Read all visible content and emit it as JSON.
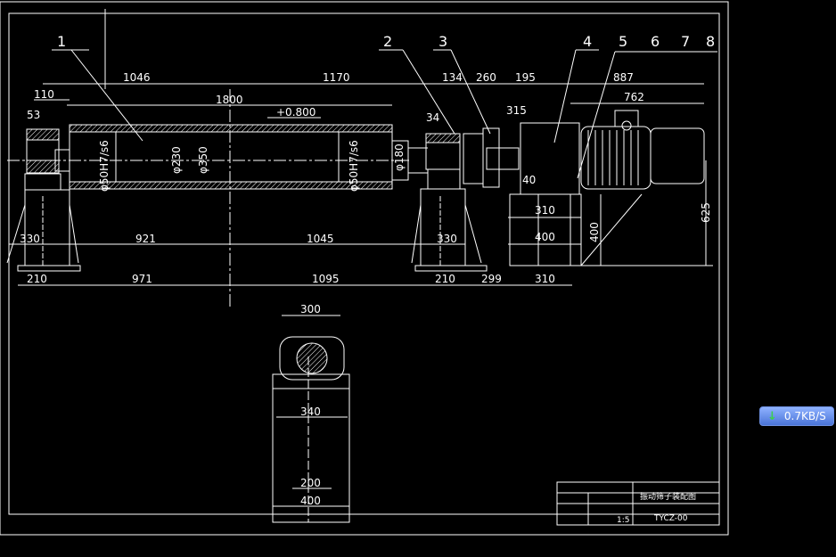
{
  "drawing": {
    "part_numbers": [
      "1",
      "2",
      "3",
      "4",
      "5",
      "6",
      "7",
      "8"
    ],
    "dims_top": [
      "1046",
      "1170",
      "1800",
      "110",
      "53",
      "134",
      "260",
      "195",
      "887",
      "762",
      "+0.800",
      "34",
      "315",
      "40"
    ],
    "dims_vertical": [
      "φ50H7/s6",
      "φ230",
      "φ350",
      "φ50H7/s6",
      "φ180",
      "625",
      "400"
    ],
    "dims_bottom_row1": [
      "330",
      "921",
      "1045",
      "330",
      "310",
      "400"
    ],
    "dims_bottom_row2": [
      "210",
      "971",
      "1095",
      "210",
      "299",
      "310"
    ],
    "bearing_view_dims": [
      "300",
      "340",
      "200",
      "400"
    ],
    "title_block": {
      "title": "振动筛子装配图",
      "subtitle": "TYCZ-00",
      "scale": "1:5"
    }
  },
  "net_speed": {
    "value": "0.7KB/S",
    "icon": "download-arrow-icon",
    "color": "#5b86e5"
  }
}
